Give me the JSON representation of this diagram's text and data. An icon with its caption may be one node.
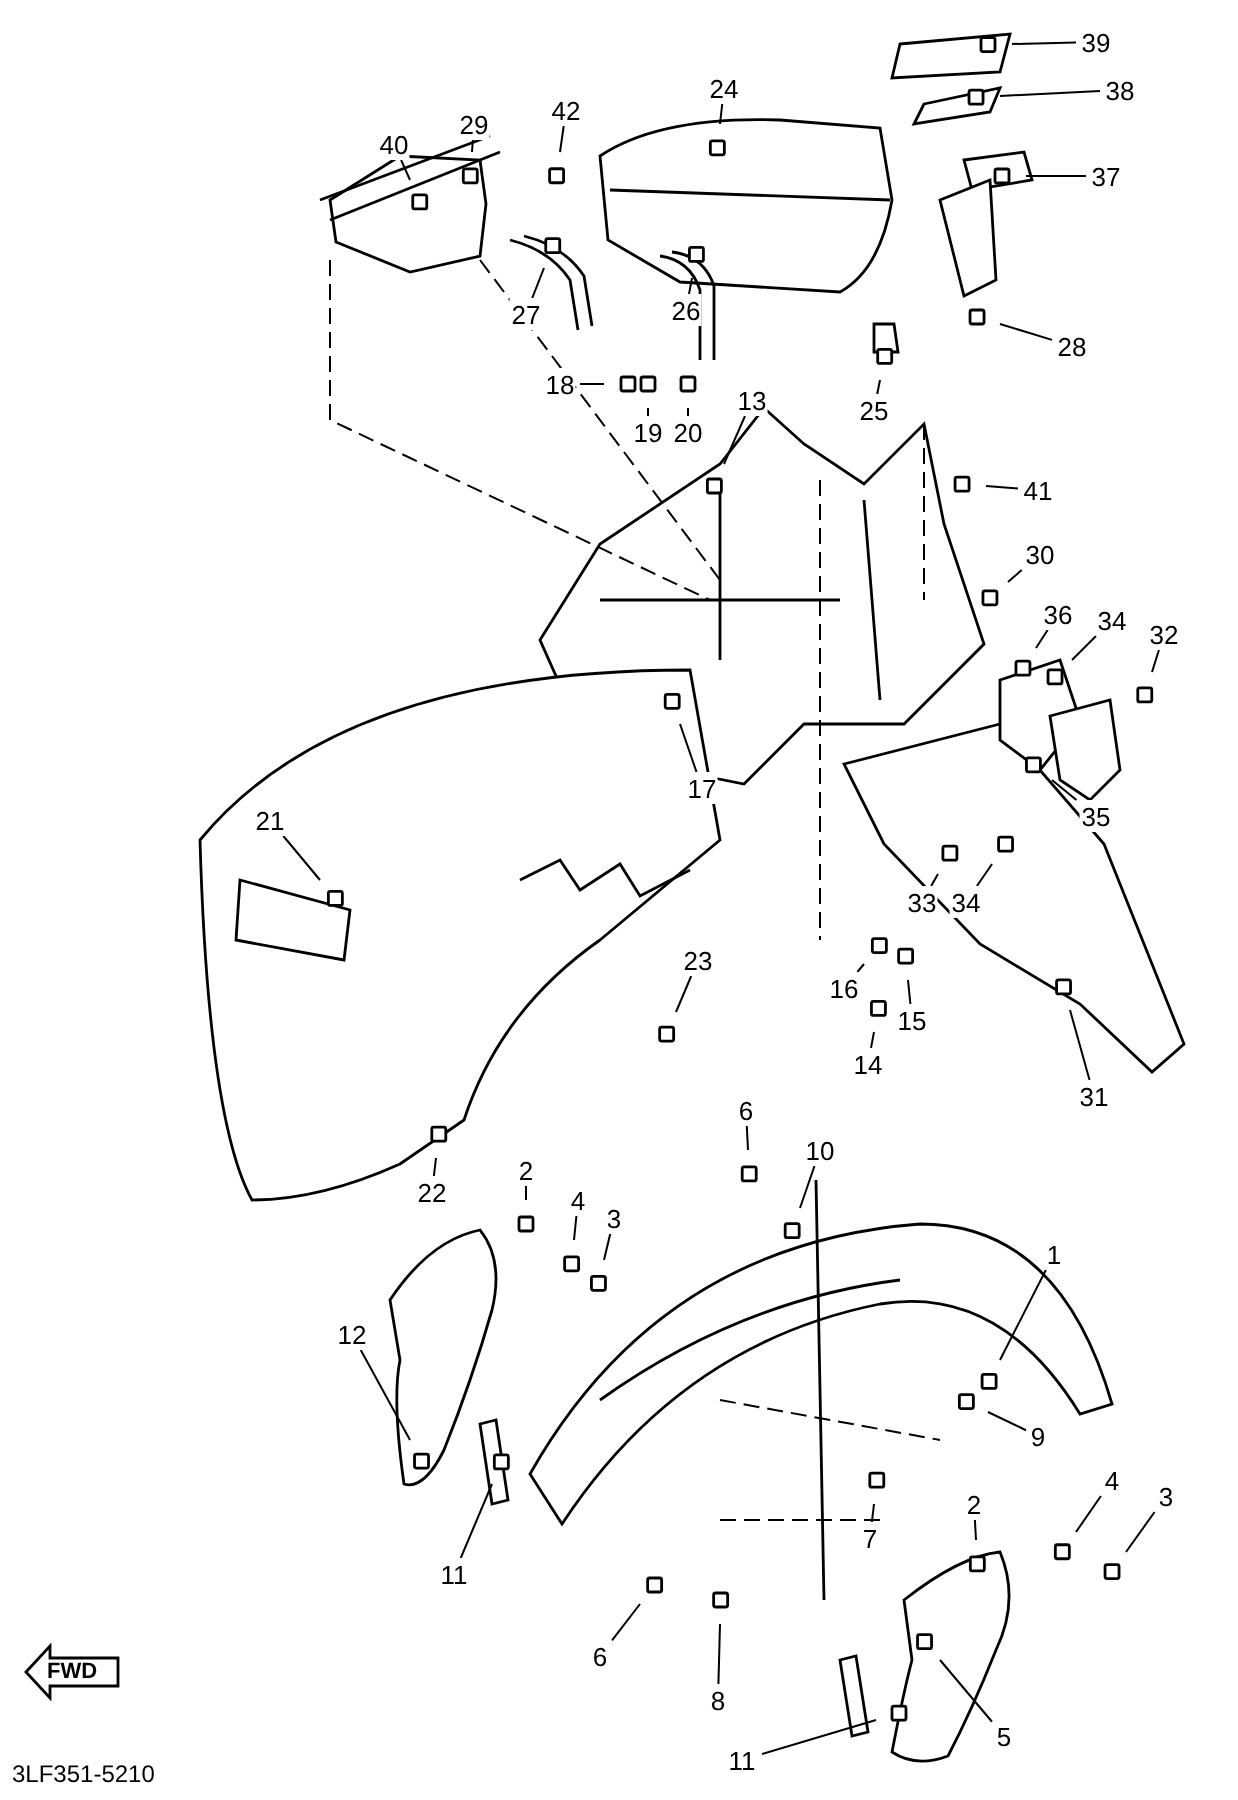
{
  "diagram": {
    "nodes": [
      {
        "text": [
          "39"
        ]
      },
      {
        "text": [
          "38"
        ]
      },
      {
        "text": [
          "42"
        ]
      },
      {
        "text": [
          "24"
        ]
      },
      {
        "text": [
          "29"
        ]
      },
      {
        "text": [
          "40"
        ]
      },
      {
        "text": [
          "37"
        ]
      },
      {
        "text": [
          "27"
        ]
      },
      {
        "text": [
          "26"
        ]
      },
      {
        "text": [
          "28"
        ]
      },
      {
        "text": [
          "18"
        ]
      },
      {
        "text": [
          "25"
        ]
      },
      {
        "text": [
          "13"
        ]
      },
      {
        "text": [
          "19"
        ]
      },
      {
        "text": [
          "20"
        ]
      },
      {
        "text": [
          "41"
        ]
      },
      {
        "text": [
          "30"
        ]
      },
      {
        "text": [
          "36"
        ]
      },
      {
        "text": [
          "34"
        ]
      },
      {
        "text": [
          "32"
        ]
      },
      {
        "text": [
          "17"
        ]
      },
      {
        "text": [
          "21"
        ]
      },
      {
        "text": [
          "35"
        ]
      },
      {
        "text": [
          "33"
        ]
      },
      {
        "text": [
          "34"
        ]
      },
      {
        "text": [
          "23"
        ]
      },
      {
        "text": [
          "16"
        ]
      },
      {
        "text": [
          "15"
        ]
      },
      {
        "text": [
          "14"
        ]
      },
      {
        "text": [
          "31"
        ]
      },
      {
        "text": [
          "6"
        ]
      },
      {
        "text": [
          "10"
        ]
      },
      {
        "text": [
          "2"
        ]
      },
      {
        "text": [
          "22"
        ]
      },
      {
        "text": [
          "4"
        ]
      },
      {
        "text": [
          "3"
        ]
      },
      {
        "text": [
          "1"
        ]
      },
      {
        "text": [
          "12"
        ]
      },
      {
        "text": [
          "9"
        ]
      },
      {
        "text": [
          "4"
        ]
      },
      {
        "text": [
          "3"
        ]
      },
      {
        "text": [
          "2"
        ]
      },
      {
        "text": [
          "7"
        ]
      },
      {
        "text": [
          "11"
        ]
      },
      {
        "text": [
          "6"
        ]
      },
      {
        "text": [
          "8"
        ]
      },
      {
        "text": [
          "11"
        ]
      },
      {
        "text": [
          "5"
        ]
      },
      {
        "text": [
          "FWD"
        ]
      }
    ],
    "edges": [
      {
        "from": 0,
        "to": null,
        "arrow": "none"
      },
      {
        "from": 1,
        "to": null,
        "arrow": "none"
      },
      {
        "from": 2,
        "to": null,
        "arrow": "none"
      },
      {
        "from": 3,
        "to": null,
        "arrow": "none"
      },
      {
        "from": 4,
        "to": null,
        "arrow": "none"
      },
      {
        "from": 5,
        "to": null,
        "arrow": "none"
      },
      {
        "from": 6,
        "to": null,
        "arrow": "none"
      },
      {
        "from": 7,
        "to": null,
        "arrow": "none"
      },
      {
        "from": 8,
        "to": null,
        "arrow": "none"
      },
      {
        "from": 9,
        "to": null,
        "arrow": "none"
      },
      {
        "from": 10,
        "to": null,
        "arrow": "none"
      },
      {
        "from": 11,
        "to": null,
        "arrow": "none"
      },
      {
        "from": 12,
        "to": null,
        "arrow": "none"
      },
      {
        "from": 13,
        "to": null,
        "arrow": "none"
      },
      {
        "from": 14,
        "to": null,
        "arrow": "none"
      },
      {
        "from": 15,
        "to": null,
        "arrow": "none"
      },
      {
        "from": 16,
        "to": null,
        "arrow": "none"
      },
      {
        "from": 17,
        "to": null,
        "arrow": "none"
      },
      {
        "from": 18,
        "to": null,
        "arrow": "none"
      },
      {
        "from": 19,
        "to": null,
        "arrow": "none"
      },
      {
        "from": 20,
        "to": null,
        "arrow": "none"
      },
      {
        "from": 21,
        "to": null,
        "arrow": "none"
      },
      {
        "from": 22,
        "to": null,
        "arrow": "none"
      },
      {
        "from": 23,
        "to": null,
        "arrow": "none"
      },
      {
        "from": 24,
        "to": null,
        "arrow": "none"
      },
      {
        "from": 25,
        "to": null,
        "arrow": "none"
      },
      {
        "from": 26,
        "to": null,
        "arrow": "none"
      },
      {
        "from": 27,
        "to": null,
        "arrow": "none"
      },
      {
        "from": 28,
        "to": null,
        "arrow": "none"
      },
      {
        "from": 29,
        "to": null,
        "arrow": "none"
      },
      {
        "from": 30,
        "to": null,
        "arrow": "none"
      },
      {
        "from": 31,
        "to": null,
        "arrow": "none"
      },
      {
        "from": 32,
        "to": null,
        "arrow": "none"
      },
      {
        "from": 33,
        "to": null,
        "arrow": "none"
      },
      {
        "from": 34,
        "to": null,
        "arrow": "none"
      },
      {
        "from": 35,
        "to": null,
        "arrow": "none"
      },
      {
        "from": 36,
        "to": null,
        "arrow": "none"
      },
      {
        "from": 37,
        "to": null,
        "arrow": "none"
      },
      {
        "from": 38,
        "to": null,
        "arrow": "none"
      },
      {
        "from": 39,
        "to": null,
        "arrow": "none"
      },
      {
        "from": 40,
        "to": null,
        "arrow": "none"
      },
      {
        "from": 41,
        "to": null,
        "arrow": "none"
      },
      {
        "from": 42,
        "to": null,
        "arrow": "none"
      },
      {
        "from": 43,
        "to": null,
        "arrow": "none"
      },
      {
        "from": 44,
        "to": null,
        "arrow": "none"
      },
      {
        "from": 45,
        "to": null,
        "arrow": "none"
      },
      {
        "from": 46,
        "to": null,
        "arrow": "none"
      },
      {
        "from": 47,
        "to": null,
        "arrow": "none"
      }
    ],
    "labels": [
      "3LF351-5210"
    ]
  }
}
